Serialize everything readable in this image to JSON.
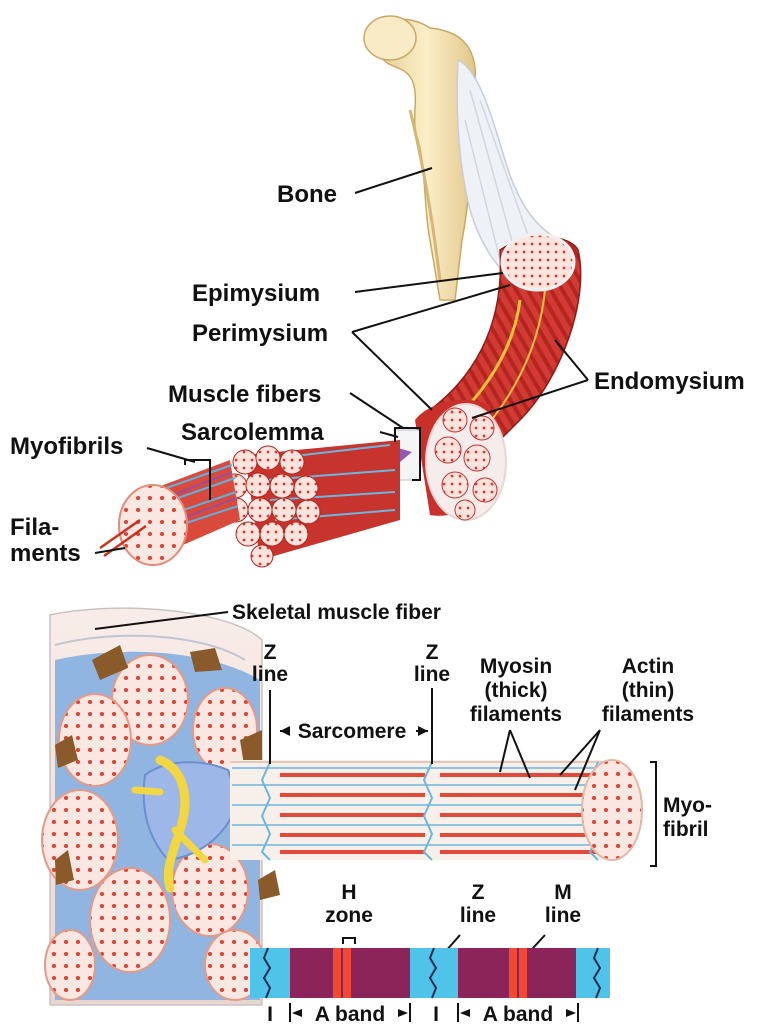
{
  "colors": {
    "muscle": "#d23a34",
    "muscle_dark": "#a8201c",
    "muscle_light": "#ef7c6a",
    "bone": "#f6e6b8",
    "bone_shade": "#e3c98a",
    "tendon": "#e9ecf1",
    "cut_face": "#fbe8e3",
    "dot": "#e0402f",
    "blue": "#7fb1dc",
    "yellow": "#f2d644",
    "band_dark": "#8b2458",
    "band_light": "#4fc4e8",
    "band_red": "#f04832"
  },
  "top_labels": {
    "bone": "Bone",
    "epimysium": "Epimysium",
    "perimysium": "Perimysium",
    "endomysium": "Endomysium",
    "muscle_fibers": "Muscle fibers",
    "sarcolemma": "Sarcolemma",
    "myofibrils": "Myofibrils",
    "filaments_1": "Fila-",
    "filaments_2": "ments"
  },
  "bottom_labels": {
    "skeletal_fiber": "Skeletal muscle fiber",
    "z1_a": "Z",
    "z1_b": "line",
    "z2_a": "Z",
    "z2_b": "line",
    "sarcomere": "Sarcomere",
    "myosin_1": "Myosin",
    "myosin_2": "(thick)",
    "myosin_3": "filaments",
    "actin_1": "Actin",
    "actin_2": "(thin)",
    "actin_3": "filaments",
    "myofibril_1": "Myo-",
    "myofibril_2": "fibril",
    "h_1": "H",
    "h_2": "zone",
    "z3_a": "Z",
    "z3_b": "line",
    "m_a": "M",
    "m_b": "line",
    "i1": "I",
    "a_band_1": "A band",
    "i2": "I",
    "a_band_2": "A band"
  }
}
